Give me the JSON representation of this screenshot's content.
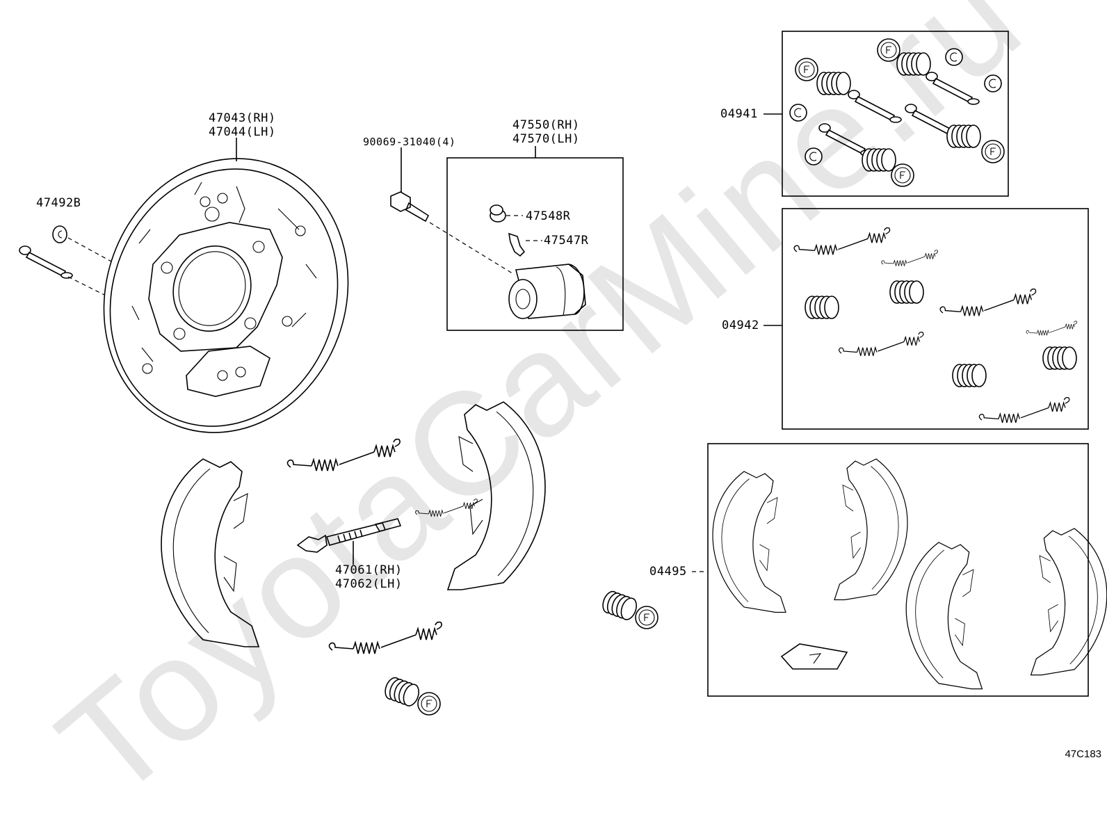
{
  "watermark": "ToyotaCarMine.ru",
  "sheet_code": "47C183",
  "labels": {
    "backing_plate_rh": "47043(RH)",
    "backing_plate_lh": "47044(LH)",
    "plug": "47492B",
    "bolt": "90069-31040(4)",
    "wheel_cylinder_rh": "47550(RH)",
    "wheel_cylinder_lh": "47570(LH)",
    "bleeder_cap": "47548R",
    "bleeder_plug": "47547R",
    "adjuster_rh": "47061(RH)",
    "adjuster_lh": "47062(LH)",
    "kit_cylinder": "04941",
    "kit_springs": "04942",
    "kit_shoes": "04495"
  }
}
